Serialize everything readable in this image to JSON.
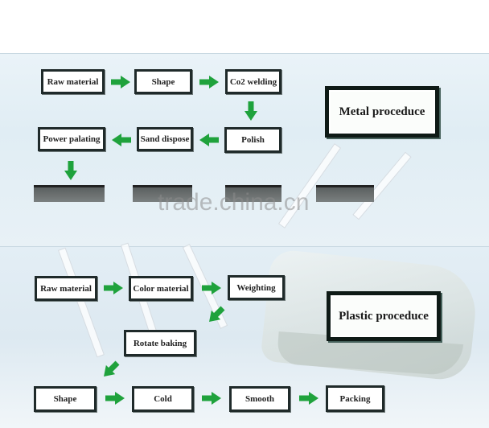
{
  "metal": {
    "title": "Metal  proceduce",
    "steps": [
      "Raw material",
      "Shape",
      "Co2 welding",
      "Polish",
      "Sand dispose",
      "Power palating"
    ]
  },
  "plastic": {
    "title": "Plastic proceduce",
    "steps": [
      "Raw material",
      "Color material",
      "Weighting",
      "Rotate baking",
      "Shape",
      "Cold",
      "Smooth",
      "Packing"
    ]
  },
  "watermark": "trade.china.cn",
  "colors": {
    "arrow": "#1fa23c",
    "box_border": "#1f2a2a",
    "title_border": "#0e1a16"
  }
}
